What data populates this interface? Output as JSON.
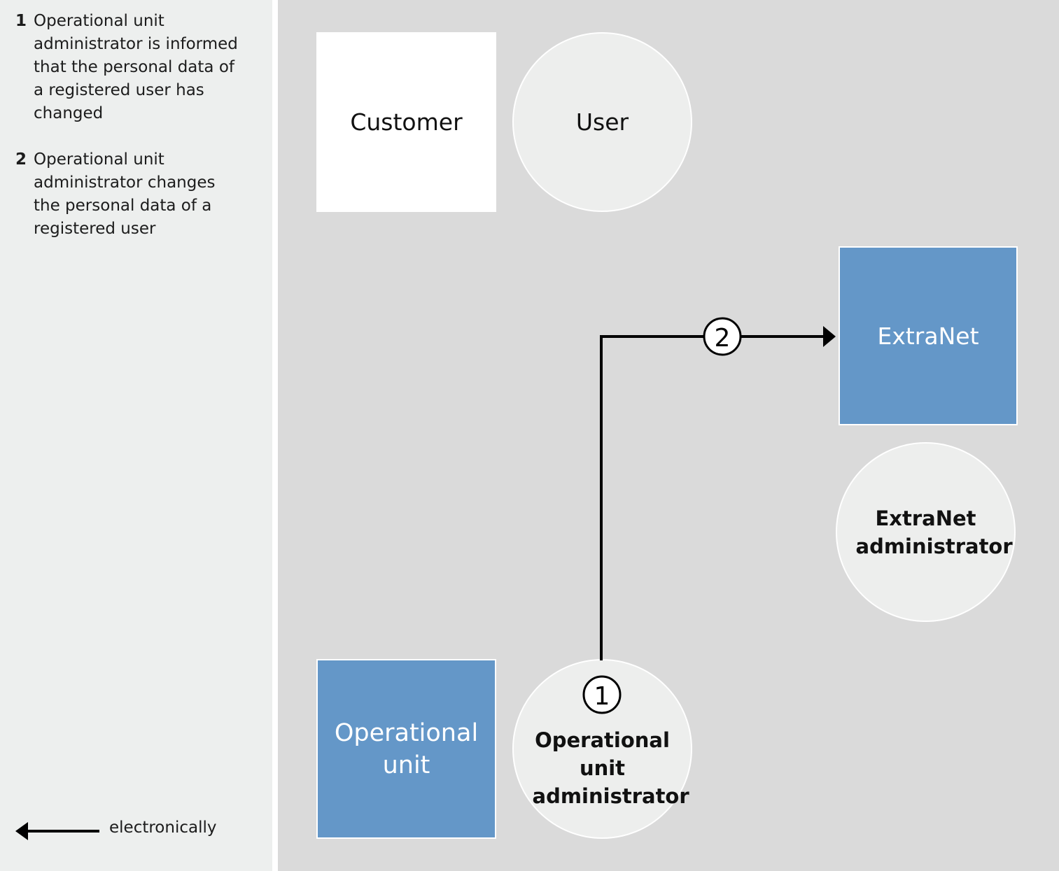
{
  "legend": {
    "items": [
      {
        "num": "1",
        "text": "Operational unit administrator is informed that the personal data of a registered user has changed"
      },
      {
        "num": "2",
        "text": "Operational unit administrator changes the personal data of a registered user"
      }
    ],
    "key_label": "electronically"
  },
  "nodes": {
    "customer": "Customer",
    "user": "User",
    "extranet": "ExtraNet",
    "extranet_admin": "ExtraNet administrator",
    "operational_unit": "Operational unit",
    "operational_unit_admin": "Operational unit administrator"
  },
  "markers": {
    "step1": "1",
    "step2": "2"
  },
  "colors": {
    "blue_box": "#6497c8",
    "circle_fill": "#edeeed",
    "canvas": "#dadada",
    "sidebar": "#edefee"
  }
}
